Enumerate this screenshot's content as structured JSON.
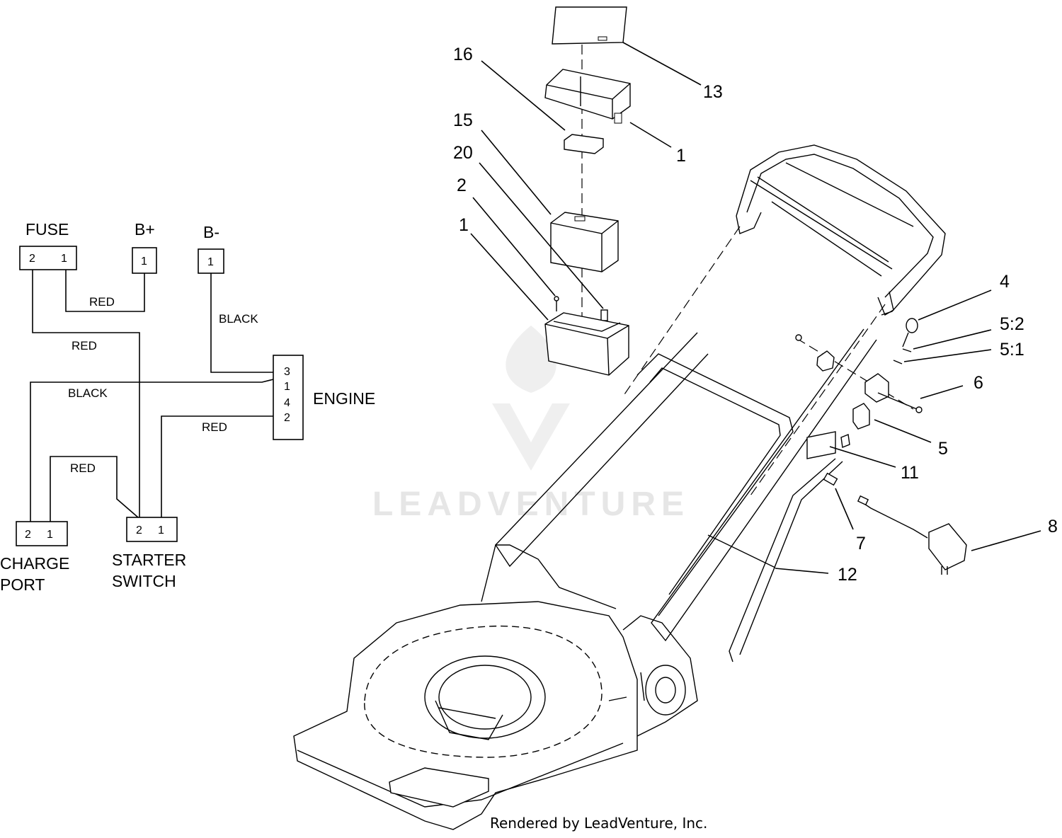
{
  "schematic": {
    "fuse": {
      "label": "FUSE",
      "pins": [
        "2",
        "1"
      ]
    },
    "b_plus": {
      "label": "B+",
      "pins": [
        "1"
      ]
    },
    "b_minus": {
      "label": "B-",
      "pins": [
        "1"
      ]
    },
    "engine": {
      "label": "ENGINE",
      "pins": [
        "3",
        "1",
        "4",
        "2"
      ]
    },
    "charge_port": {
      "label_line1": "CHARGE",
      "label_line2": "PORT",
      "pins": [
        "2",
        "1"
      ]
    },
    "starter_switch": {
      "label_line1": "STARTER",
      "label_line2": "SWITCH",
      "pins": [
        "2",
        "1"
      ]
    },
    "wires": {
      "fuse_bplus": "RED",
      "bminus_engine": "BLACK",
      "fuse_starter": "RED",
      "engine_charge": "BLACK",
      "engine_starter": "RED",
      "charge_starter": "RED"
    }
  },
  "callouts": [
    "16",
    "13",
    "1",
    "15",
    "20",
    "2",
    "1",
    "4",
    "5:2",
    "5:1",
    "6",
    "5",
    "11",
    "7",
    "8",
    "12"
  ],
  "watermark": "LEADVENTURE",
  "footer": "Rendered by LeadVenture, Inc."
}
